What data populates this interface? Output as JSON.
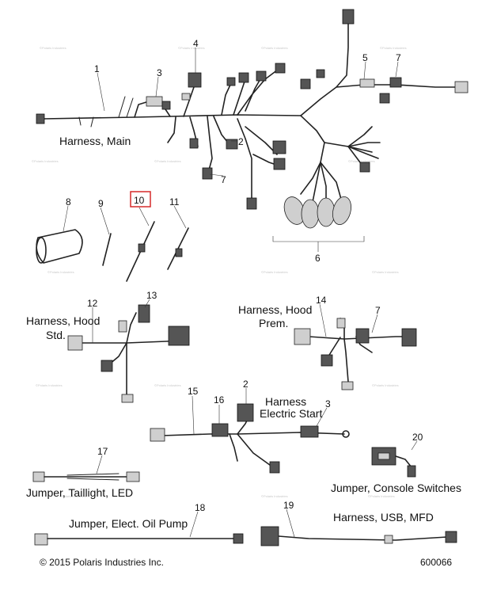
{
  "callouts": {
    "c1": "1",
    "c2a": "2",
    "c3a": "3",
    "c4": "4",
    "c5": "5",
    "c6": "6",
    "c7a": "7",
    "c7b": "7",
    "c7c": "7",
    "c8": "8",
    "c9": "9",
    "c10": "10",
    "c11": "11",
    "c12": "12",
    "c13": "13",
    "c14": "14",
    "c15": "15",
    "c16": "16",
    "c17": "17",
    "c18": "18",
    "c19": "19",
    "c20": "20",
    "c2b": "2",
    "c3b": "3"
  },
  "labels": {
    "harness_main": "Harness, Main",
    "harness_hood_std_1": "Harness, Hood",
    "harness_hood_std_2": "Std.",
    "harness_hood_prem_1": "Harness, Hood",
    "harness_hood_prem_2": "Prem.",
    "harness_electric_start_1": "Harness",
    "harness_electric_start_2": "Electric Start",
    "jumper_taillight": "Jumper, Taillight, LED",
    "jumper_console": "Jumper, Console Switches",
    "jumper_oil_pump": "Jumper, Elect. Oil Pump",
    "harness_usb": "Harness, USB, MFD"
  },
  "footer": {
    "copyright": "© 2015 Polaris Industries Inc.",
    "drawing_number": "600066"
  },
  "highlight": {
    "callout": "10",
    "color": "#d62a2a"
  },
  "watermark": "©Polaris Industries"
}
